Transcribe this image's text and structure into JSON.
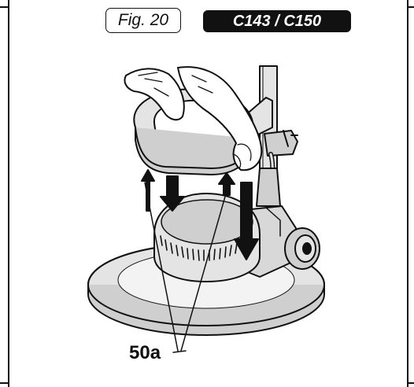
{
  "figure": {
    "label": "Fig. 20",
    "model": "C143 / C150"
  },
  "callouts": [
    {
      "id": "50a",
      "text": "50a"
    }
  ],
  "colors": {
    "line": "#111111",
    "body_fill": "#e4e4e4",
    "shade_fill": "#cfcfcf",
    "highlight": "#f3f3f3",
    "badge_bg": "#111111",
    "badge_text": "#ffffff"
  }
}
